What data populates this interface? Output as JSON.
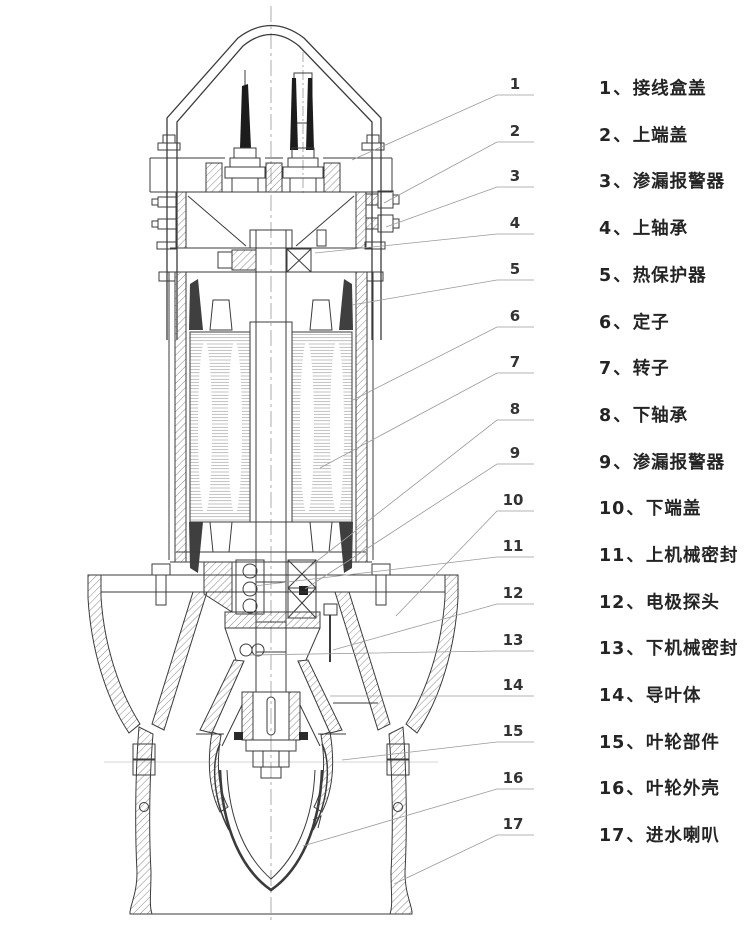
{
  "diagram": {
    "kind": "submersible-pump-sectional-drawing",
    "line_color": "#3b3b3b",
    "leader_color": "#9a9a9a",
    "background": "#ffffff"
  },
  "legend": {
    "sep": "、",
    "items": [
      {
        "num": "1",
        "label": "接线盒盖"
      },
      {
        "num": "2",
        "label": "上端盖"
      },
      {
        "num": "3",
        "label": "渗漏报警器"
      },
      {
        "num": "4",
        "label": "上轴承"
      },
      {
        "num": "5",
        "label": "热保护器"
      },
      {
        "num": "6",
        "label": "定子"
      },
      {
        "num": "7",
        "label": "转子"
      },
      {
        "num": "8",
        "label": "下轴承"
      },
      {
        "num": "9",
        "label": "渗漏报警器"
      },
      {
        "num": "10",
        "label": "下端盖"
      },
      {
        "num": "11",
        "label": "上机械密封"
      },
      {
        "num": "12",
        "label": "电极探头"
      },
      {
        "num": "13",
        "label": "下机械密封"
      },
      {
        "num": "14",
        "label": "导叶体"
      },
      {
        "num": "15",
        "label": "叶轮部件"
      },
      {
        "num": "16",
        "label": "叶轮外壳"
      },
      {
        "num": "17",
        "label": "进水喇叭"
      }
    ]
  }
}
